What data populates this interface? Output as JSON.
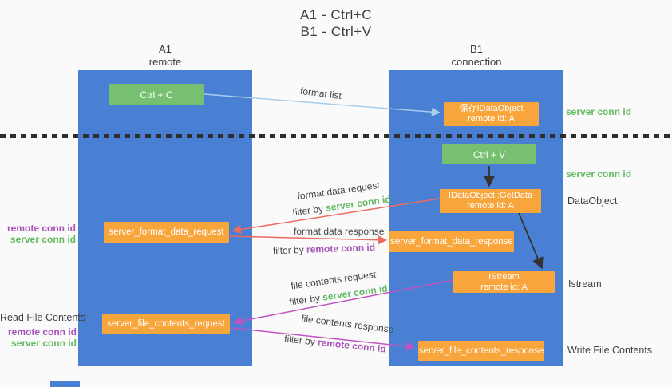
{
  "title": {
    "line1": "A1 - Ctrl+C",
    "line2": "B1 - Ctrl+V"
  },
  "lanes": {
    "a1": {
      "name": "A1",
      "subtitle": "remote"
    },
    "b1": {
      "name": "B1",
      "subtitle": "connection"
    }
  },
  "nodes": {
    "ctrl_c": {
      "label": "Ctrl + C"
    },
    "save_dataobject": {
      "line1": "保存IDataObject",
      "line2": "remote id: A"
    },
    "ctrl_v": {
      "label": "Ctrl + V"
    },
    "getdata": {
      "line1": "IDataObject::GetData",
      "line2": "remote id: A"
    },
    "format_request": {
      "label": "server_format_data_request"
    },
    "format_response": {
      "label": "server_format_data_response"
    },
    "istream": {
      "line1": "IStream",
      "line2": "remote id: A"
    },
    "file_request": {
      "label": "server_file_contents_request"
    },
    "file_response": {
      "label": "server_file_contents_response"
    }
  },
  "arrow_labels": {
    "format_list": "format list",
    "format_data_request": "format data request",
    "format_data_response": "format data response",
    "file_contents_request": "file contents request",
    "file_contents_response": "file contents response",
    "filter_by": "filter by"
  },
  "side_labels": {
    "server_conn_id": "server conn id",
    "remote_conn_id": "remote conn id",
    "dataobject": "DataObject",
    "istream": "Istream",
    "read_file_contents": "Read File Contents",
    "write_file_contents": "Write File Contents"
  },
  "colors": {
    "bg": "#fafafa",
    "column_blue": "#4a80d4",
    "box_green": "#77c071",
    "box_orange": "#f8a53c",
    "arrow_blue": "#a6cdec",
    "arrow_red": "#ed6a5f",
    "arrow_magenta": "#c153c1",
    "arrow_black": "#333333",
    "text_green": "#62ba62",
    "text_purple": "#a953ba",
    "text_dark": "#3c3c3c"
  }
}
